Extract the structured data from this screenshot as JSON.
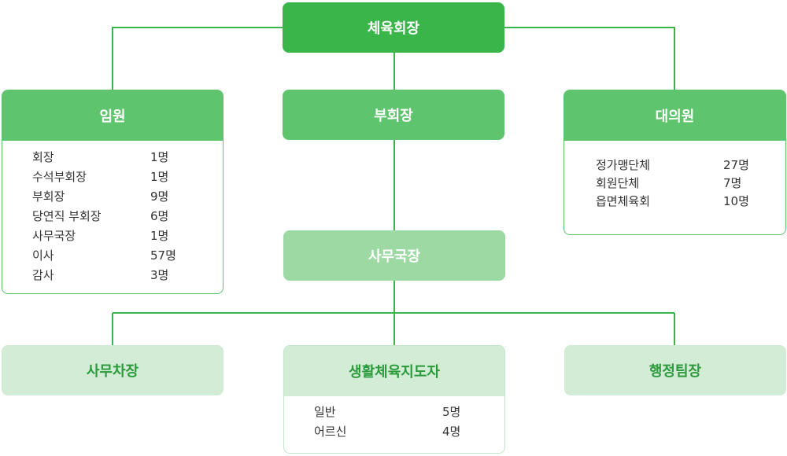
{
  "chairman": {
    "label": "체육회장"
  },
  "executives": {
    "label": "임원",
    "items": [
      {
        "name": "회장",
        "count": "1명"
      },
      {
        "name": "수석부회장",
        "count": "1명"
      },
      {
        "name": "부회장",
        "count": "9명"
      },
      {
        "name": "당연직 부회장",
        "count": "6명"
      },
      {
        "name": "사무국장",
        "count": "1명"
      },
      {
        "name": "이사",
        "count": "57명"
      },
      {
        "name": "감사",
        "count": "3명"
      }
    ]
  },
  "vice_chairman": {
    "label": "부회장"
  },
  "delegates": {
    "label": "대의원",
    "items": [
      {
        "name": "정가맹단체",
        "count": "27명"
      },
      {
        "name": "회원단체",
        "count": "7명"
      },
      {
        "name": "읍면체육회",
        "count": "10명"
      }
    ]
  },
  "secretary_general": {
    "label": "사무국장"
  },
  "deputy_secretary": {
    "label": "사무차장"
  },
  "instructors": {
    "label": "생활체육지도자",
    "items": [
      {
        "name": "일반",
        "count": "5명"
      },
      {
        "name": "어르신",
        "count": "4명"
      }
    ]
  },
  "admin_team": {
    "label": "행정팀장"
  },
  "colors": {
    "dark": "#39b54a",
    "mid": "#5ec46d",
    "light": "#9cd9a3",
    "pale": "#d2ecd5",
    "line": "#39b54a"
  }
}
